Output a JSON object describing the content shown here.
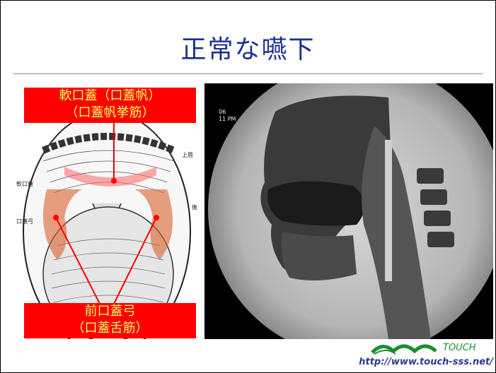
{
  "slide": {
    "title": "正常な嚥下"
  },
  "labels": {
    "top_line1": "軟口蓋（口蓋帆）",
    "top_line2": "（口蓋帆挙筋）",
    "bottom_line1": "前口蓋弓",
    "bottom_line2": "（口蓋舌筋）"
  },
  "anatomy_small_labels": {
    "soft_palate": "軟口蓋",
    "palatine_arch": "口蓋弓",
    "upper": "上唇",
    "rear": "後"
  },
  "xray_overlay": {
    "line1": "06",
    "line2": "11 PM"
  },
  "footer": {
    "brand": "TOUCH",
    "url": "http://www.touch-sss.net/"
  },
  "colors": {
    "title": "#1a2f8f",
    "label_bg": "#ff0000",
    "label_text": "#ffff66",
    "highlight": "#e8704a"
  }
}
